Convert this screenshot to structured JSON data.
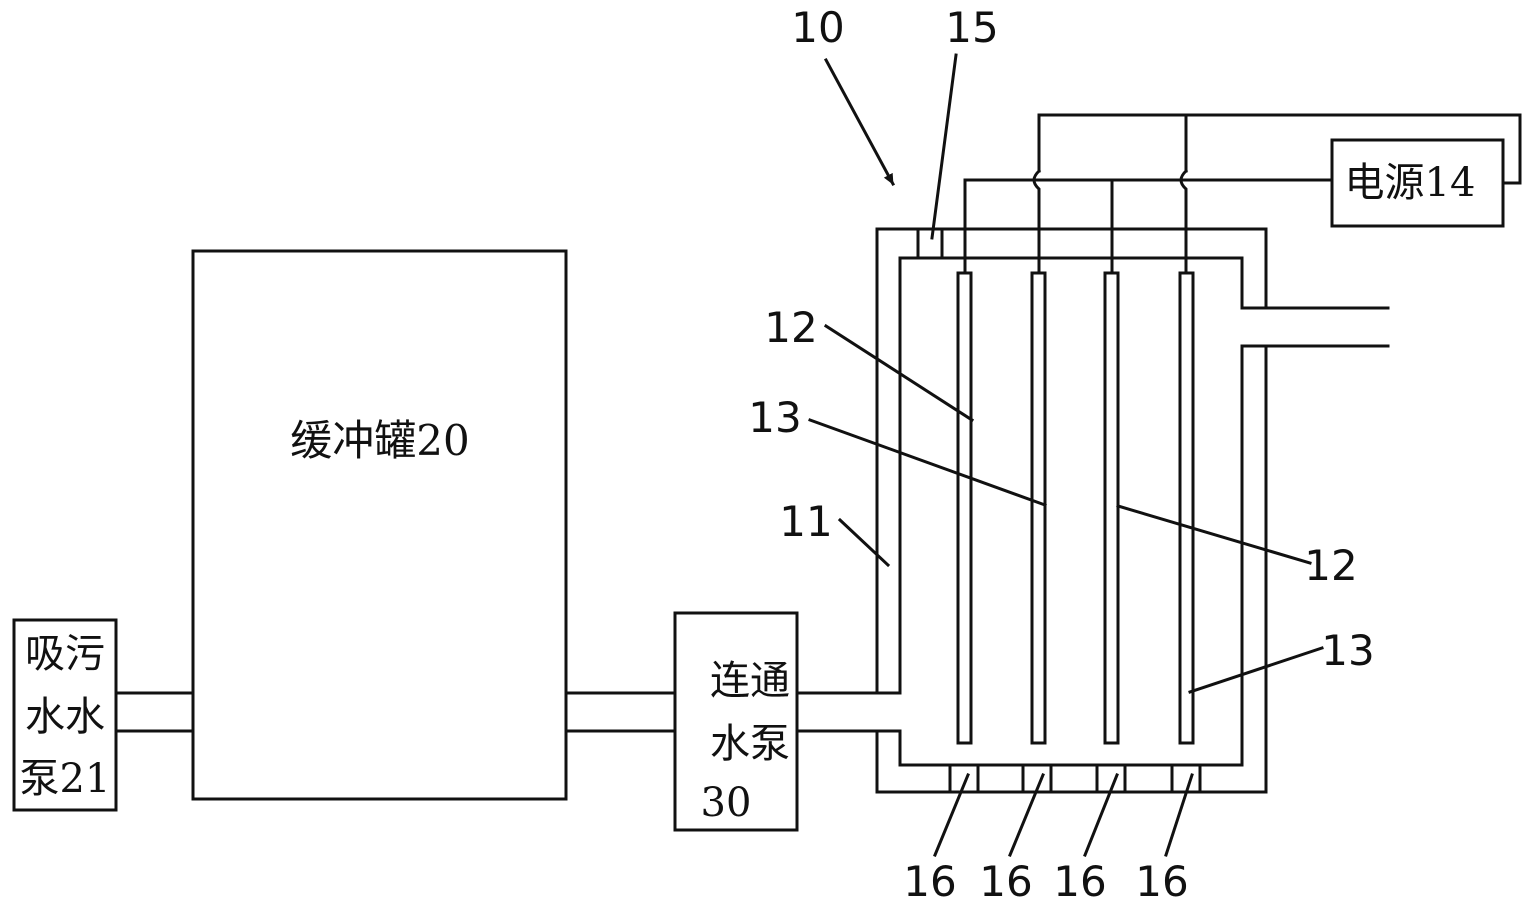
{
  "labels": {
    "buffer_tank": "缓冲罐20",
    "suction_pump_line1": "吸污",
    "suction_pump_line2": "水水",
    "suction_pump_line3": "泵21",
    "connect_pump_line1": "连通",
    "connect_pump_line2": "水泵",
    "connect_pump_line3": "30",
    "power_supply": "电源14"
  },
  "callouts": {
    "device": "10",
    "part_15": "15",
    "shell": "11",
    "electrode_12a": "12",
    "electrode_13a": "13",
    "electrode_12b": "12",
    "electrode_13b": "13",
    "drain_16a": "16",
    "drain_16b": "16",
    "drain_16c": "16",
    "drain_16d": "16"
  },
  "colors": {
    "line": "#111111",
    "background": "#ffffff"
  }
}
